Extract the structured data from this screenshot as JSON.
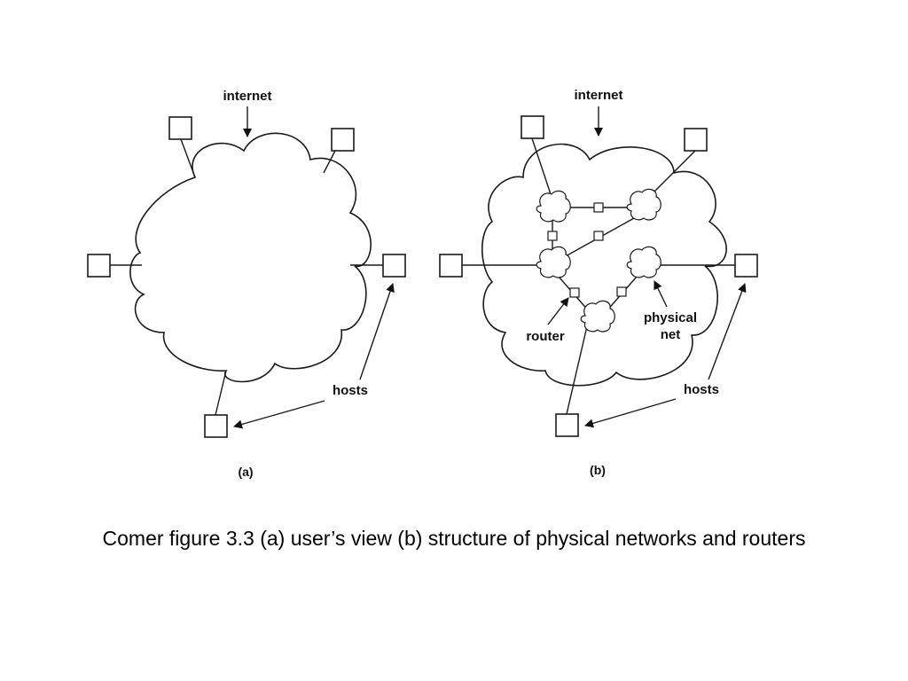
{
  "figure_a": {
    "internet_label": "internet",
    "hosts_label": "hosts",
    "sublabel": "(a)"
  },
  "figure_b": {
    "internet_label": "internet",
    "hosts_label": "hosts",
    "router_label": "router",
    "physical_net_label_line1": "physical",
    "physical_net_label_line2": "net",
    "sublabel": "(b)"
  },
  "caption": "Comer figure 3.3 (a) user’s view (b) structure of physical networks and routers"
}
